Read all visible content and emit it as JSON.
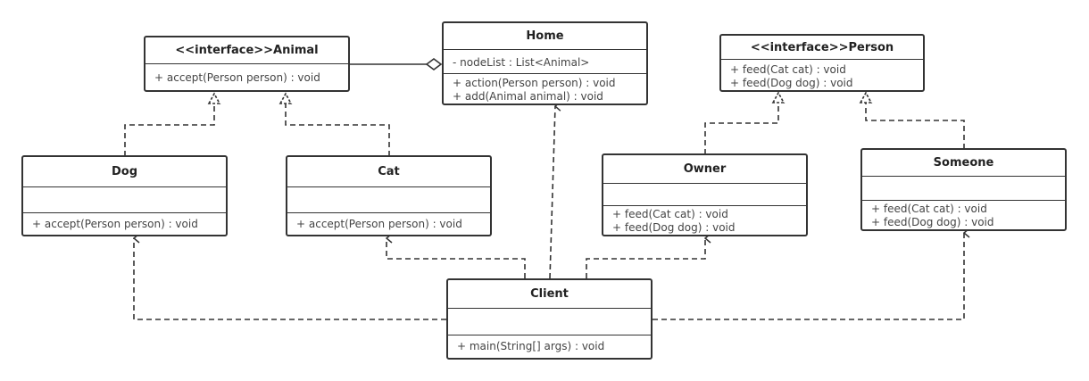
{
  "classes": {
    "animal": {
      "title": "<<interface>>Animal",
      "attributes": [],
      "methods": [
        "+ accept(Person person) : void"
      ]
    },
    "home": {
      "title": "Home",
      "attributes": [
        "- nodeList : List<Animal>"
      ],
      "methods": [
        "+ action(Person person) : void",
        "+ add(Animal animal) : void"
      ]
    },
    "person": {
      "title": "<<interface>>Person",
      "attributes": [],
      "methods": [
        "+ feed(Cat cat) : void",
        "+ feed(Dog dog) : void"
      ]
    },
    "dog": {
      "title": "Dog",
      "attributes": [],
      "methods": [
        "+ accept(Person person) : void"
      ]
    },
    "cat": {
      "title": "Cat",
      "attributes": [],
      "methods": [
        "+ accept(Person person) : void"
      ]
    },
    "owner": {
      "title": "Owner",
      "attributes": [],
      "methods": [
        "+ feed(Cat cat) : void",
        "+ feed(Dog dog) : void"
      ]
    },
    "someone": {
      "title": "Someone",
      "attributes": [],
      "methods": [
        "+ feed(Cat cat) : void",
        "+ feed(Dog dog) : void"
      ]
    },
    "client": {
      "title": "Client",
      "attributes": [],
      "methods": [
        "+ main(String[] args) : void"
      ]
    }
  },
  "colors": {
    "line": "#333333",
    "background": "#ffffff"
  }
}
